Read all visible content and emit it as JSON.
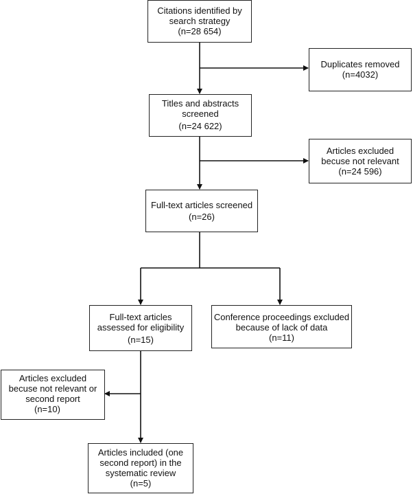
{
  "boxes": {
    "identified": {
      "lines": [
        "Citations identified by",
        "search strategy",
        "(n=28 654)"
      ]
    },
    "duplicates": {
      "lines": [
        "Duplicates removed",
        "(n=4032)"
      ]
    },
    "titles_screened": {
      "lines": [
        "Titles and abstracts",
        "screened",
        "(n=24 622)"
      ]
    },
    "excluded_not_relevant": {
      "lines": [
        "Articles excluded",
        "becuse not relevant",
        "(n=24 596)"
      ]
    },
    "fulltext_screened": {
      "lines": [
        "Full-text articles screened",
        "(n=26)"
      ]
    },
    "assessed_eligibility": {
      "lines": [
        "Full-text articles",
        "assessed for eligibility",
        "(n=15)"
      ]
    },
    "conference_excluded": {
      "lines": [
        "Conference proceedings excluded",
        "because of lack of data",
        "(n=11)"
      ]
    },
    "excluded_second_report": {
      "lines": [
        "Articles excluded",
        "becuse not relevant or",
        "second report",
        "(n=10)"
      ]
    },
    "included": {
      "lines": [
        "Articles included (one",
        "second report) in the",
        "systematic review",
        "(n=5)"
      ]
    }
  }
}
